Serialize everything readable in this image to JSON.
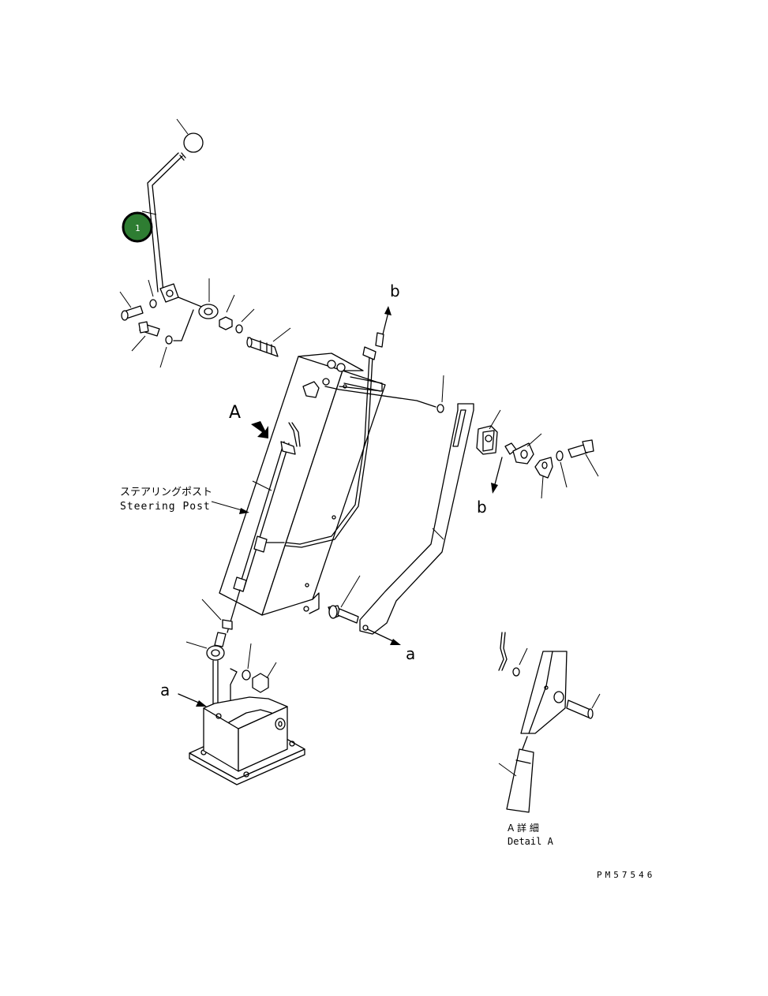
{
  "callouts": {
    "part_1": "1"
  },
  "labels": {
    "view_a": "A",
    "arrow_b_top": "b",
    "arrow_b_right": "b",
    "arrow_a_right": "a",
    "arrow_a_left": "a",
    "steering_post_jp": "ステアリングポスト",
    "steering_post_en": "Steering Post",
    "detail_jp": "A 詳 細",
    "detail_en": "Detail A",
    "drawing_number": "PM57546"
  },
  "colors": {
    "callout_fill": "#2e7d32",
    "callout_ring": "#000000",
    "callout_text": "#ffffff"
  }
}
